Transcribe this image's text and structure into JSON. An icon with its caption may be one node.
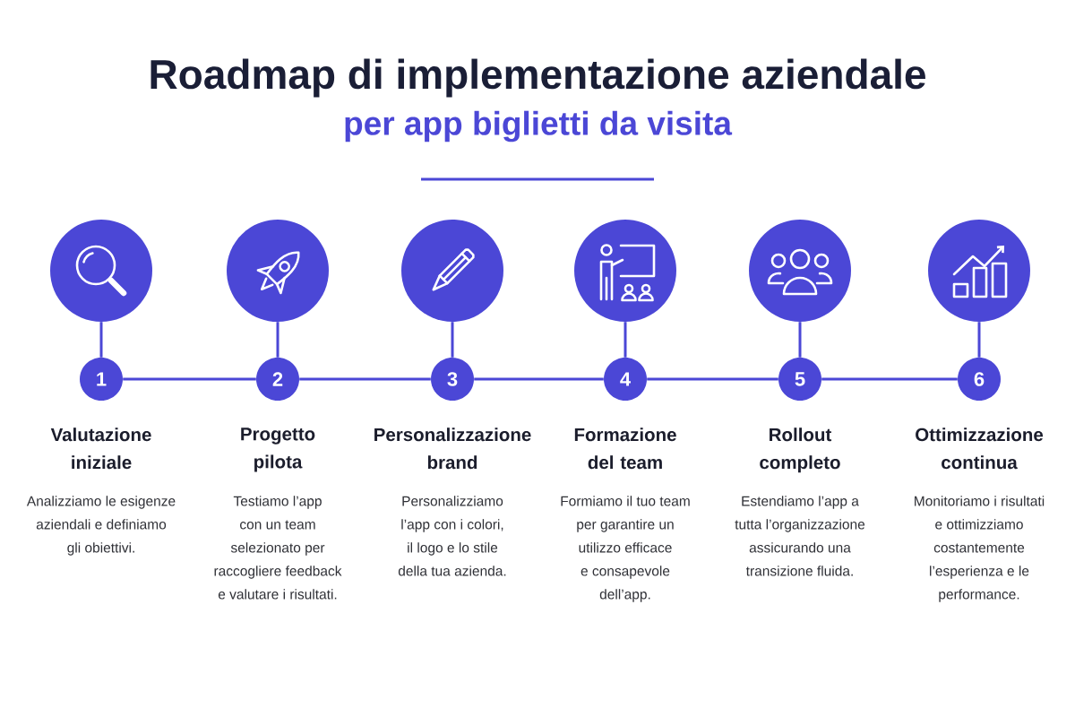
{
  "diagram": {
    "title": "Roadmap di implementazione aziendale",
    "nodes": [
      {
        "text": [],
        "shape": "circle"
      },
      {
        "text": [
          "1"
        ],
        "beside": [
          "Valutazione iniziale",
          "Analizziamo le esigenze aziendali e definiamo gli obiettivi."
        ]
      },
      {
        "text": [],
        "shape": "circle"
      },
      {
        "text": [
          "2"
        ],
        "beside": [
          "Progetto pilota",
          "Testiamo l’app con un team selezionato per raccogliere feedback e valutare i risultati."
        ]
      },
      {
        "text": [],
        "shape": "circle"
      },
      {
        "text": [
          "3"
        ],
        "beside": [
          "Personalizzazione brand",
          "Personalizziamo l’app con i colori, il logo e lo stile della tua azienda."
        ]
      },
      {
        "text": [],
        "shape": "circle"
      },
      {
        "text": [
          "4"
        ],
        "beside": [
          "Formazione del team",
          "Formiamo il tuo team per garantire un utilizzo efficace e consapevole dell’app."
        ]
      },
      {
        "text": [],
        "shape": "circle"
      },
      {
        "text": [
          "5"
        ],
        "beside": [
          "Rollout completo",
          "Estendiamo l’app a tutta l’organizzazione assicurando una transizione fluida."
        ]
      },
      {
        "text": [],
        "shape": "circle"
      },
      {
        "text": [
          "6"
        ],
        "beside": [
          "Ottimizzazione continua",
          "Monitoriamo i risultati e ottimizziamo costantemente l’esperienza e le performance."
        ]
      }
    ],
    "edges": [
      {
        "from": 0,
        "to": 1,
        "arrow": "none"
      },
      {
        "from": 2,
        "to": 3,
        "arrow": "none"
      },
      {
        "from": 4,
        "to": 5,
        "arrow": "none"
      },
      {
        "from": 6,
        "to": 7,
        "arrow": "none"
      },
      {
        "from": 8,
        "to": 9,
        "arrow": "none"
      },
      {
        "from": 10,
        "to": 11,
        "arrow": "none"
      },
      {
        "from": 1,
        "to": 3,
        "arrow": "none"
      },
      {
        "from": 3,
        "to": 5,
        "arrow": "none"
      },
      {
        "from": 5,
        "to": 7,
        "arrow": "none"
      },
      {
        "from": 7,
        "to": 9,
        "arrow": "none"
      },
      {
        "from": 9,
        "to": 11,
        "arrow": "none"
      }
    ],
    "labels": [
      "per app biglietti da visita"
    ]
  }
}
